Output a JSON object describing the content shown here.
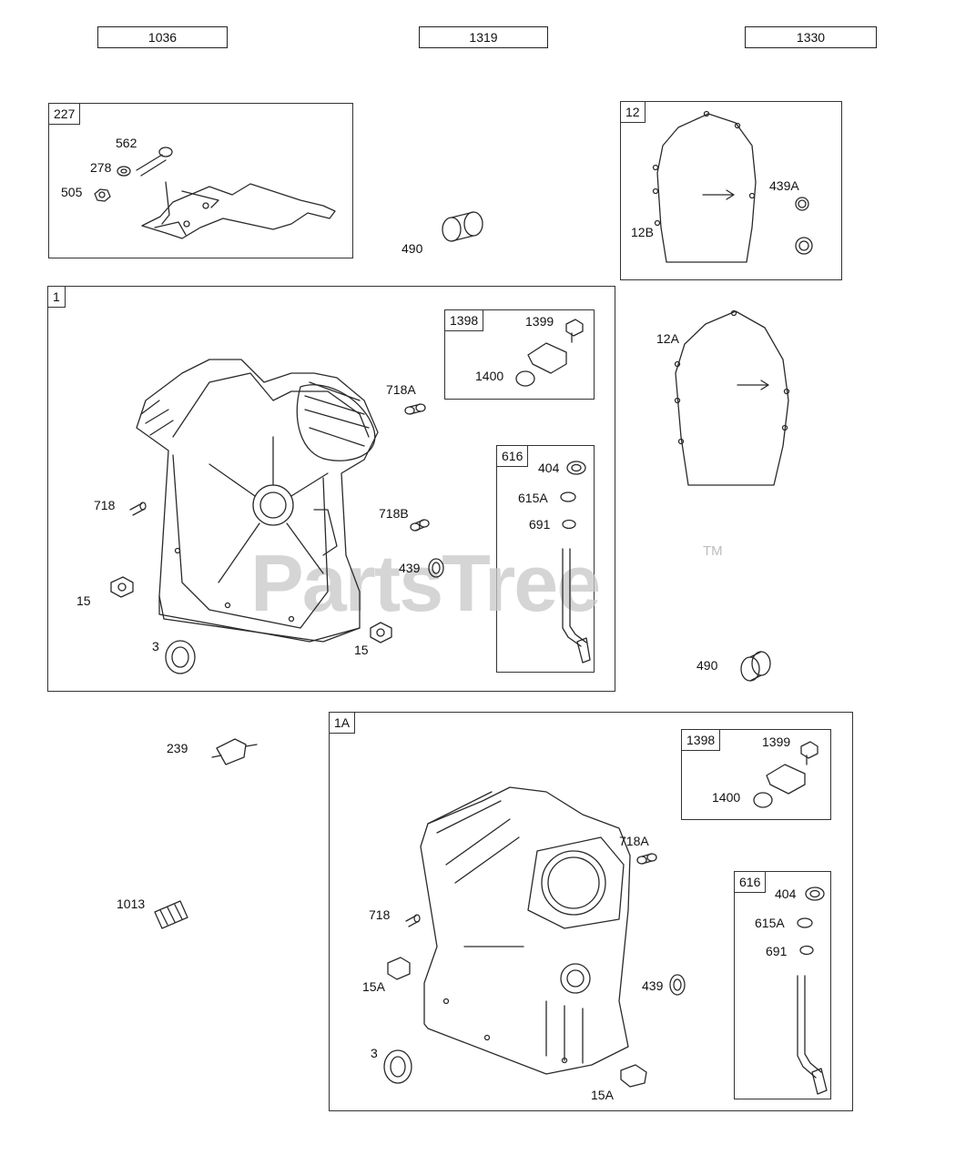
{
  "top_boxes": [
    "1036",
    "1319",
    "1330"
  ],
  "groups": {
    "g227": {
      "tag": "227",
      "labels": {
        "a": "562",
        "b": "278",
        "c": "505"
      }
    },
    "g12": {
      "tag": "12",
      "labels": {
        "a": "439A",
        "b": "12B"
      }
    },
    "g1": {
      "tag": "1",
      "labels": {
        "a": "718A",
        "b": "718",
        "c": "718B",
        "d": "439",
        "e": "15",
        "f": "15",
        "g": "3"
      }
    },
    "g1398a": {
      "tag": "1398",
      "labels": {
        "a": "1399",
        "b": "1400"
      }
    },
    "g616a": {
      "tag": "616",
      "labels": {
        "a": "404",
        "b": "615A",
        "c": "691"
      }
    },
    "g1A": {
      "tag": "1A",
      "labels": {
        "a": "718A",
        "b": "718",
        "c": "15A",
        "d": "439",
        "e": "3",
        "f": "15A"
      }
    },
    "g1398b": {
      "tag": "1398",
      "labels": {
        "a": "1399",
        "b": "1400"
      }
    },
    "g616b": {
      "tag": "616",
      "labels": {
        "a": "404",
        "b": "615A",
        "c": "691"
      }
    }
  },
  "loose": {
    "p490a": "490",
    "p12A": "12A",
    "p490b": "490",
    "p239": "239",
    "p1013": "1013"
  },
  "watermark": {
    "text": "PartsTree",
    "tm": "TM"
  }
}
